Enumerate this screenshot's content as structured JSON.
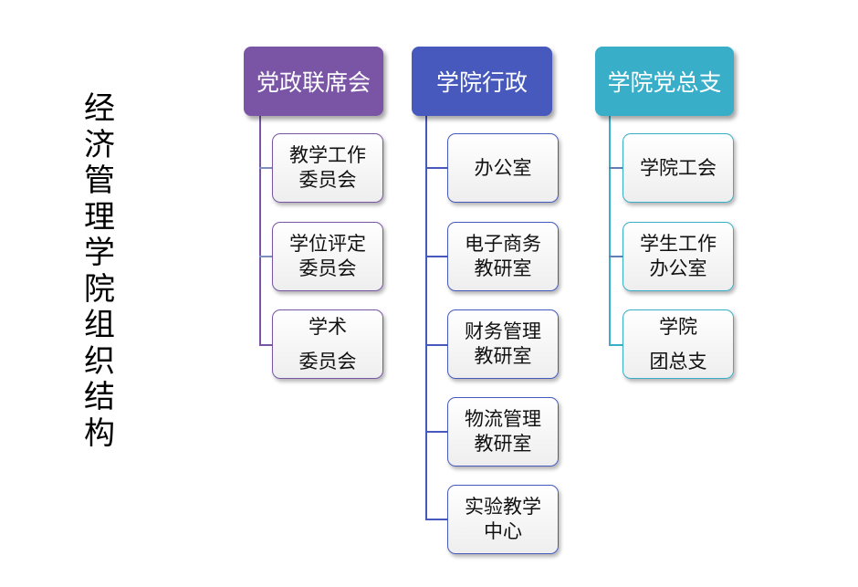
{
  "title_chars": [
    "经",
    "济",
    "管",
    "理",
    "学",
    "院",
    "组",
    "织",
    "结",
    "构"
  ],
  "colors": {
    "col1": "#7a55a6",
    "col2": "#4759bd",
    "col3": "#38aec9"
  },
  "columns": [
    {
      "head": "党政联席会",
      "children": [
        {
          "line1": "教学工作",
          "line2": "委员会"
        },
        {
          "line1": "学位评定",
          "line2": "委员会"
        },
        {
          "line1": "学术",
          "line2": "委员会"
        }
      ]
    },
    {
      "head": "学院行政",
      "children": [
        {
          "line1": "办公室",
          "line2": ""
        },
        {
          "line1": "电子商务",
          "line2": "教研室"
        },
        {
          "line1": "财务管理",
          "line2": "教研室"
        },
        {
          "line1": "物流管理",
          "line2": "教研室"
        },
        {
          "line1": "实验教学",
          "line2": "中心"
        }
      ]
    },
    {
      "head": "学院党总支",
      "children": [
        {
          "line1": "学院工会",
          "line2": ""
        },
        {
          "line1": "学生工作",
          "line2": "办公室"
        },
        {
          "line1": "学院",
          "line2": "团总支"
        }
      ]
    }
  ]
}
